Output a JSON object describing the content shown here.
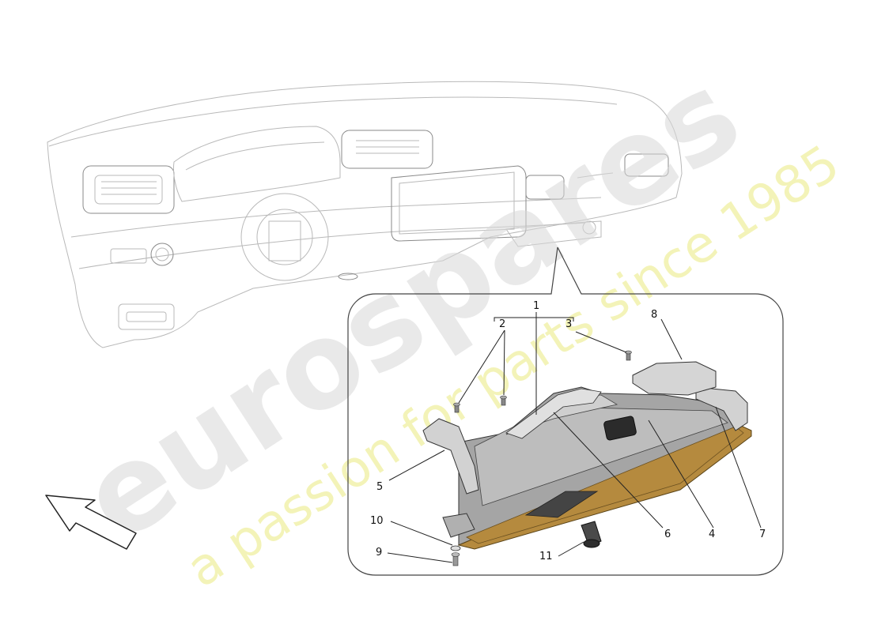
{
  "watermark": {
    "brand": "eurospares",
    "tagline": "a passion for parts since 1985"
  },
  "callouts": [
    {
      "id": "1",
      "label": "1"
    },
    {
      "id": "2",
      "label": "2"
    },
    {
      "id": "3",
      "label": "3"
    },
    {
      "id": "4",
      "label": "4"
    },
    {
      "id": "5",
      "label": "5"
    },
    {
      "id": "6",
      "label": "6"
    },
    {
      "id": "7",
      "label": "7"
    },
    {
      "id": "8",
      "label": "8"
    },
    {
      "id": "9",
      "label": "9"
    },
    {
      "id": "10",
      "label": "10"
    },
    {
      "id": "11",
      "label": "11"
    }
  ],
  "colors": {
    "glovebox_lid": "#b58a3e",
    "glovebox_lid_dark": "#8e6a2a",
    "glovebox_body": "#9c9c9c",
    "bracket": "#c4c4c4",
    "callout_frame": "#444444",
    "line_art": "#b9b9b9"
  },
  "icons": {
    "direction_arrow": "view-direction-arrow-icon"
  }
}
